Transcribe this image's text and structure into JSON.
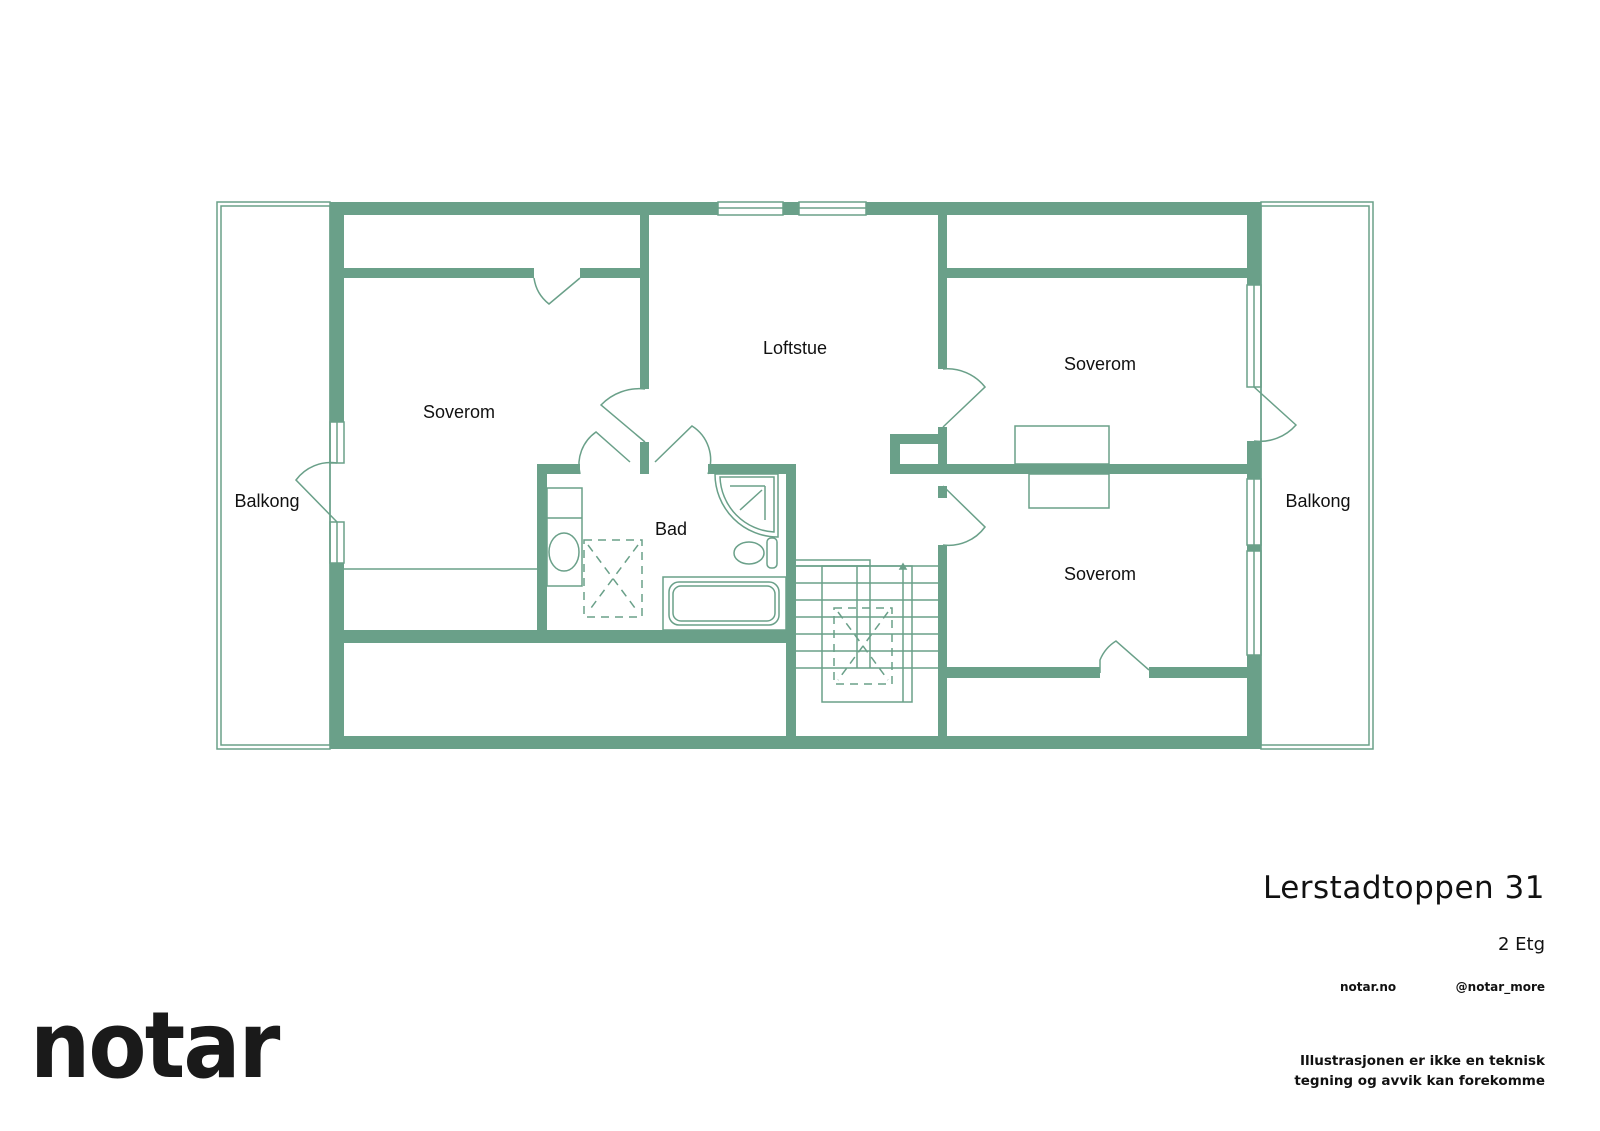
{
  "plan": {
    "wall_color": "#6aa089",
    "rooms": {
      "soverom_left": "Soverom",
      "loftstue": "Loftstue",
      "soverom_top_right": "Soverom",
      "bad": "Bad",
      "soverom_bottom_right": "Soverom",
      "balkong_left": "Balkong",
      "balkong_right": "Balkong"
    }
  },
  "info": {
    "address": "Lerstadtoppen 31",
    "floor": "2 Etg",
    "website": "notar.no",
    "handle": "@notar_more",
    "disclaimer_line1": "Illustrasjonen er ikke en teknisk",
    "disclaimer_line2": "tegning og avvik kan forekomme"
  },
  "brand": {
    "logo_text": "notar",
    "text_color": "#111111"
  }
}
